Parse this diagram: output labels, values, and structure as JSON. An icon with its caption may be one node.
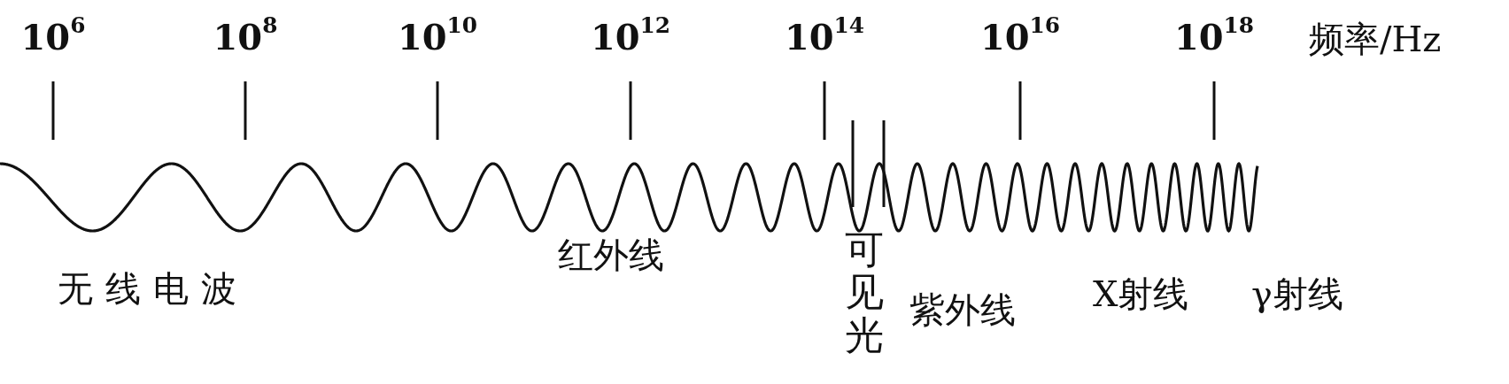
{
  "diagram": {
    "labels": [
      "10$^{6}$",
      "10$^{8}$",
      "10$^{10}$",
      "10$^{12}$",
      "10$^{14}$",
      "10$^{16}$",
      "10$^{18}$",
      "频率/Hz",
      "无线电波",
      "红外线",
      "可见光",
      "紫外线",
      "X射线",
      "γ射线"
    ]
  }
}
